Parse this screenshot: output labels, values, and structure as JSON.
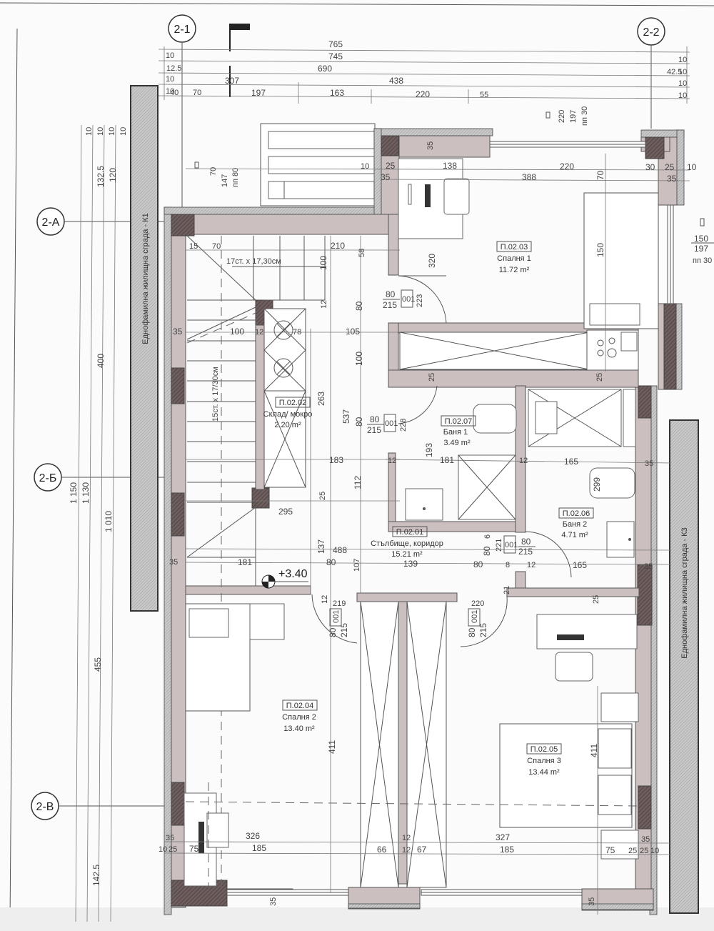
{
  "axes": {
    "vertical": [
      {
        "id": "ax-2-1",
        "label": "2-1"
      },
      {
        "id": "ax-2-2",
        "label": "2-2"
      }
    ],
    "horizontal": [
      {
        "id": "ax-2-A",
        "label": "2-А"
      },
      {
        "id": "ax-2-B",
        "label": "2-Б"
      },
      {
        "id": "ax-2-V",
        "label": "2-В"
      }
    ]
  },
  "top_dimensions": {
    "row1": "765",
    "row2": "745",
    "row3": "690",
    "row3_left": "12.5",
    "row3_right": "42.5",
    "row4": [
      "307",
      "438"
    ],
    "row5": [
      "40",
      "70",
      "197",
      "163",
      "220",
      "55"
    ],
    "edge_tens": [
      "10",
      "10",
      "10",
      "10",
      "10",
      "10",
      "10",
      "10",
      "10",
      "10"
    ]
  },
  "left_dimensions": {
    "tens": [
      "10",
      "10",
      "10",
      "10"
    ],
    "d1325": "132.5",
    "d120": "120",
    "d400": "400",
    "d1150": "1 150",
    "d1130": "1 130",
    "d1010": "1 010",
    "d455": "455",
    "d1425": "142.5"
  },
  "neighbors": {
    "left": "Еднофамилна жилищна сграда - К1",
    "right": "Еднофамилна жилищна сграда - К3"
  },
  "windows": {
    "top_left": {
      "w": "70",
      "h": "147",
      "sill": "пп 80"
    },
    "top_right": {
      "w": "220",
      "h": "197",
      "sill": "пп 30"
    },
    "right": {
      "w": "150",
      "h": "197",
      "sill": "пп 30"
    }
  },
  "rooms": [
    {
      "id": "П.02.01",
      "name": "Стълбище, коридор",
      "area": "15.21 m²"
    },
    {
      "id": "П.02.02",
      "name": "Склад/ мокро",
      "area": "2.20 m²"
    },
    {
      "id": "П.02.03",
      "name": "Спалня 1",
      "area": "11.72 m²"
    },
    {
      "id": "П.02.04",
      "name": "Спалня 2",
      "area": "13.40 m²"
    },
    {
      "id": "П.02.05",
      "name": "Спалня 3",
      "area": "13.44 m²"
    },
    {
      "id": "П.02.06",
      "name": "Баня 2",
      "area": "4.71 m²"
    },
    {
      "id": "П.02.07",
      "name": "Баня 1",
      "area": "3.49 m²"
    }
  ],
  "stairs": {
    "upper": "17ст. x 17,30см",
    "lower": "15ст. x 17/30см"
  },
  "level_mark": "+3.40",
  "doors": [
    {
      "w": "80",
      "h": "215",
      "tag": "001",
      "side": "223"
    },
    {
      "w": "80",
      "h": "215",
      "tag": "001",
      "side": "228"
    },
    {
      "w": "80",
      "h": "215",
      "tag": "001",
      "side": "221"
    },
    {
      "w": "80",
      "h": "215",
      "tag": "001",
      "side": "219"
    },
    {
      "w": "80",
      "h": "215",
      "tag": "001",
      "side": "220"
    }
  ],
  "interior_dims": {
    "room1_top": [
      "10",
      "25",
      "35",
      "138",
      "220",
      "30",
      "25",
      "10",
      "388",
      "35",
      "35",
      "70",
      "150",
      "320"
    ],
    "stair_area": [
      "15",
      "70",
      "210",
      "58",
      "100",
      "12",
      "80",
      "35",
      "100",
      "12",
      "78",
      "105",
      "100",
      "263",
      "537",
      "80",
      "183",
      "25",
      "295",
      "112",
      "137",
      "488"
    ],
    "bath": [
      "25",
      "25",
      "193",
      "181",
      "12",
      "12",
      "165",
      "299",
      "35"
    ],
    "corridor": [
      "181",
      "80",
      "107",
      "139",
      "80",
      "8",
      "12",
      "165",
      "6",
      "80",
      "21",
      "12",
      "35"
    ],
    "bedrooms": [
      "411",
      "411",
      "326",
      "327",
      "185",
      "185",
      "66",
      "67",
      "12",
      "12",
      "75",
      "75",
      "35",
      "25",
      "25",
      "35",
      "35",
      "35",
      "10",
      "25",
      "10"
    ]
  }
}
